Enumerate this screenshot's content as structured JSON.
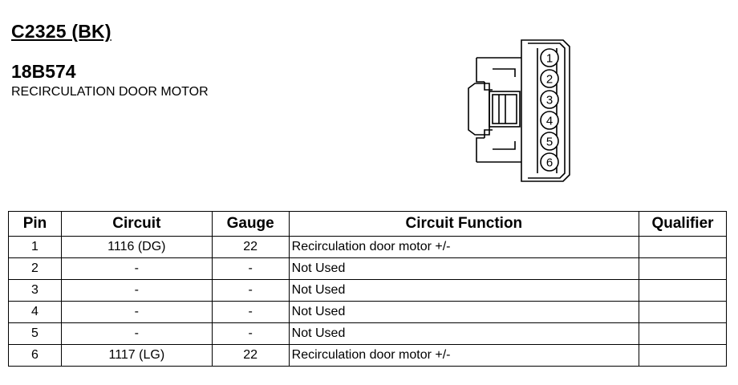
{
  "header": {
    "connector_id": "C2325 (BK)",
    "part_number": "18B574",
    "description": "RECIRCULATION DOOR MOTOR"
  },
  "diagram": {
    "pins": [
      "1",
      "2",
      "3",
      "4",
      "5",
      "6"
    ]
  },
  "table": {
    "headers": [
      "Pin",
      "Circuit",
      "Gauge",
      "Circuit Function",
      "Qualifier"
    ],
    "rows": [
      {
        "pin": "1",
        "circuit": "1116 (DG)",
        "gauge": "22",
        "function": "Recirculation door motor +/-",
        "qualifier": ""
      },
      {
        "pin": "2",
        "circuit": "-",
        "gauge": "-",
        "function": "Not Used",
        "qualifier": ""
      },
      {
        "pin": "3",
        "circuit": "-",
        "gauge": "-",
        "function": "Not Used",
        "qualifier": ""
      },
      {
        "pin": "4",
        "circuit": "-",
        "gauge": "-",
        "function": "Not Used",
        "qualifier": ""
      },
      {
        "pin": "5",
        "circuit": "-",
        "gauge": "-",
        "function": "Not Used",
        "qualifier": ""
      },
      {
        "pin": "6",
        "circuit": "1117 (LG)",
        "gauge": "22",
        "function": "Recirculation door motor +/-",
        "qualifier": ""
      }
    ]
  }
}
